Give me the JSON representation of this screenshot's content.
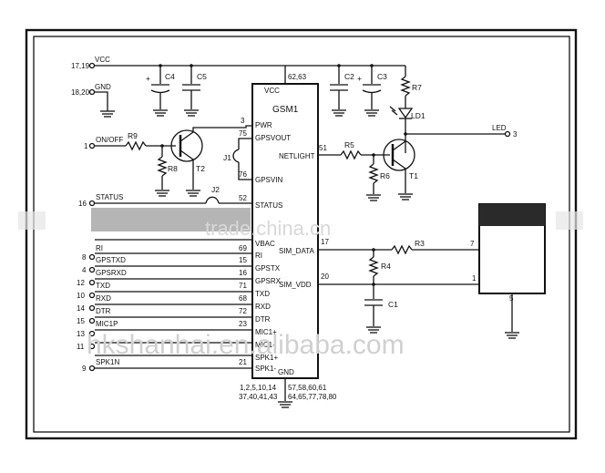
{
  "watermarks": {
    "top": "trade.china.cn",
    "bottom": "hkshanhai.en.alibaba.com"
  },
  "ic": {
    "name": "GSM1",
    "vcc": "VCC",
    "gnd": "GND",
    "vcc_pins": "62,63",
    "gnd_pins_a": "1,2,5,10,14",
    "gnd_pins_b": "37,40,41,43",
    "gnd_pins_c": "57,58,60,61",
    "gnd_pins_d": "64,65,77,78,80"
  },
  "ic_left_pins": [
    {
      "num": "3",
      "label": "PWR"
    },
    {
      "num": "75",
      "label": "GPSVOUT"
    },
    {
      "num": "76",
      "label": "GPSVIN"
    },
    {
      "num": "52",
      "label": "STATUS"
    },
    {
      "num": "",
      "label": "VBAC"
    },
    {
      "num": "69",
      "label": "RI"
    },
    {
      "num": "15",
      "label": "GPSTX"
    },
    {
      "num": "16",
      "label": "GPSRX"
    },
    {
      "num": "71",
      "label": "TXD"
    },
    {
      "num": "68",
      "label": "RXD"
    },
    {
      "num": "72",
      "label": "DTR"
    },
    {
      "num": "23",
      "label": "MIC1+"
    },
    {
      "num": "",
      "label": "MIC1-"
    },
    {
      "num": "",
      "label": "SPK1+"
    },
    {
      "num": "21",
      "label": "SPK1-"
    }
  ],
  "ic_right_pins": [
    {
      "num": "51",
      "label": "NETLIGHT"
    },
    {
      "num": "17",
      "label": "SIM_DATA"
    },
    {
      "num": "20",
      "label": "SIM_VDD"
    }
  ],
  "connector_pins": [
    {
      "num": "17,19",
      "label": "VCC"
    },
    {
      "num": "18,20",
      "label": "GND"
    },
    {
      "num": "1",
      "label": "ON/OFF"
    },
    {
      "num": "16",
      "label": "STATUS"
    },
    {
      "num": "",
      "label": "RI"
    },
    {
      "num": "8",
      "label": "GPSTXD"
    },
    {
      "num": "4",
      "label": "GPSRXD"
    },
    {
      "num": "12",
      "label": "TXD"
    },
    {
      "num": "10",
      "label": "RXD"
    },
    {
      "num": "14",
      "label": "DTR"
    },
    {
      "num": "15",
      "label": "MIC1P"
    },
    {
      "num": "13",
      "label": ""
    },
    {
      "num": "11",
      "label": ""
    },
    {
      "num": "9",
      "label": "SPK1N"
    }
  ],
  "components": {
    "c4": "C4",
    "c5": "C5",
    "c2": "C2",
    "c3": "C3",
    "r7": "R7",
    "ld1": "LD1",
    "r9": "R9",
    "r8": "R8",
    "t2": "T2",
    "j1": "J1",
    "j2": "J2",
    "r5": "R5",
    "r6": "R6",
    "t1": "T1",
    "r3": "R3",
    "r4": "R4",
    "c1": "C1",
    "plus": "+"
  },
  "led_out": {
    "label": "LED",
    "num": "3"
  },
  "sim": {
    "pin7": "7",
    "pin1": "1",
    "pin5": "5"
  }
}
